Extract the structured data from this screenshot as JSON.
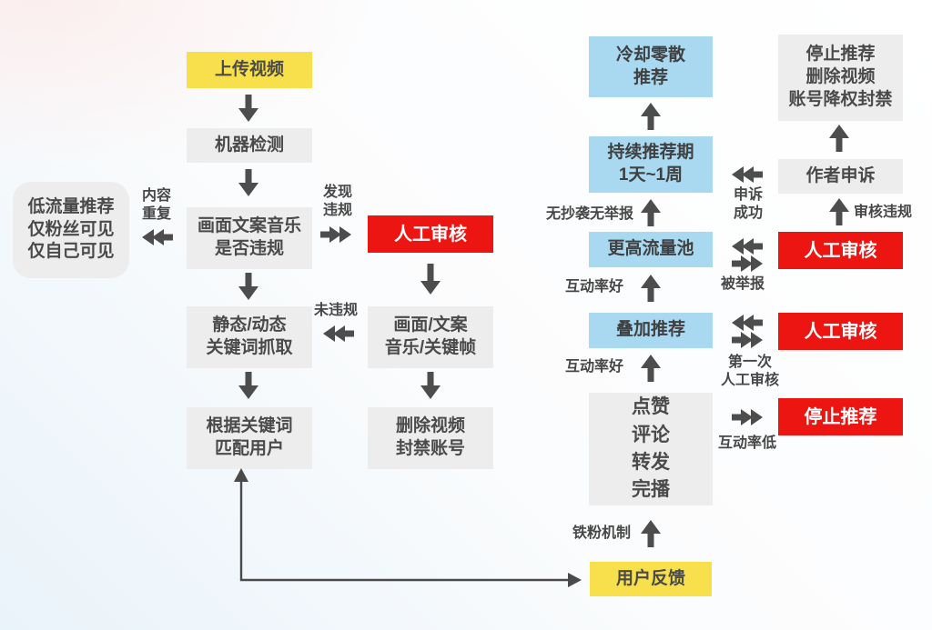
{
  "colors": {
    "yellow": "#f7e04b",
    "gray": "#ededed",
    "red": "#ed1512",
    "blue": "#a8d9f1",
    "arrow": "#4d4d4d",
    "text": "#4a4a4a"
  },
  "nodes": {
    "upload_video": {
      "label": "上传视频"
    },
    "machine_detect": {
      "label": "机器检测"
    },
    "content_check": {
      "label": "画面文案音乐\n是否违规"
    },
    "keyword_extract": {
      "label": "静态/动态\n关键词抓取"
    },
    "match_users": {
      "label": "根据关键词\n匹配用户"
    },
    "low_traffic": {
      "label": "低流量推荐\n仅粉丝可见\n仅自己可见"
    },
    "manual_review_1": {
      "label": "人工审核"
    },
    "frame_check": {
      "label": "画面/文案\n音乐/关键帧"
    },
    "delete_ban": {
      "label": "删除视频\n封禁账号"
    },
    "cooldown": {
      "label": "冷却零散\n推荐"
    },
    "sustain_period": {
      "label": "持续推荐期\n1天~1周"
    },
    "higher_pool": {
      "label": "更高流量池"
    },
    "stacked_recommend": {
      "label": "叠加推荐"
    },
    "engagement": {
      "label": "点赞\n评论\n转发\n完播"
    },
    "user_feedback": {
      "label": "用户反馈"
    },
    "stop_delete_ban": {
      "label": "停止推荐\n删除视频\n账号降权封禁"
    },
    "author_appeal": {
      "label": "作者申诉"
    },
    "manual_review_2": {
      "label": "人工审核"
    },
    "manual_review_3": {
      "label": "人工审核"
    },
    "stop_recommend": {
      "label": "停止推荐"
    }
  },
  "labels": {
    "content_duplicate": "内容\n重复",
    "violation_found": "发现\n违规",
    "no_violation": "未违规",
    "no_plagiarism": "无抄袭无举报",
    "good_engagement_1": "互动率好",
    "good_engagement_2": "互动率好",
    "fan_mechanism": "铁粉机制",
    "appeal_success": "申诉\n成功",
    "reported": "被举报",
    "first_manual_review": "第一次\n人工审核",
    "low_engagement": "互动率低",
    "review_violation": "审核违规"
  }
}
